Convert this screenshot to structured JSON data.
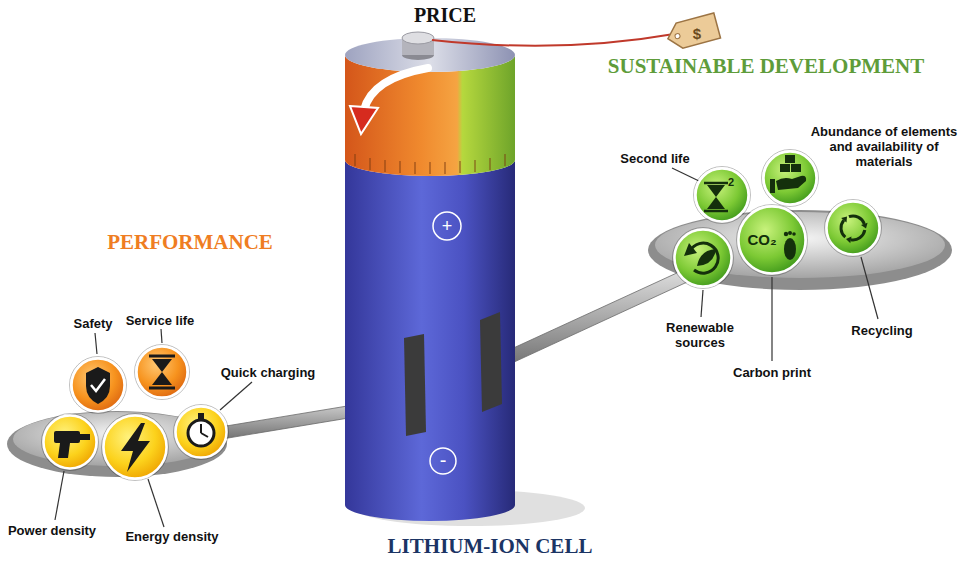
{
  "diagram": {
    "caption": "LITHIUM-ION CELL",
    "nodes": [
      {
        "text": [
          "Safety"
        ]
      },
      {
        "text": [
          "Service life"
        ]
      },
      {
        "text": [
          "Quick charging"
        ]
      },
      {
        "text": [
          "Power density"
        ]
      },
      {
        "text": [
          "Energy density"
        ]
      },
      {
        "text": [
          "Second life"
        ]
      },
      {
        "text": [
          "Abundance of elements and availability of materials"
        ]
      },
      {
        "text": [
          "Renewable sources"
        ]
      },
      {
        "text": [
          "Carbon print"
        ]
      },
      {
        "text": [
          "Recycling"
        ]
      }
    ],
    "labels": [
      "PRICE",
      "$",
      "SUSTAINABLE DEVELOPMENT",
      "PERFORMANCE",
      "+",
      "2",
      "CO₂",
      "-"
    ]
  }
}
